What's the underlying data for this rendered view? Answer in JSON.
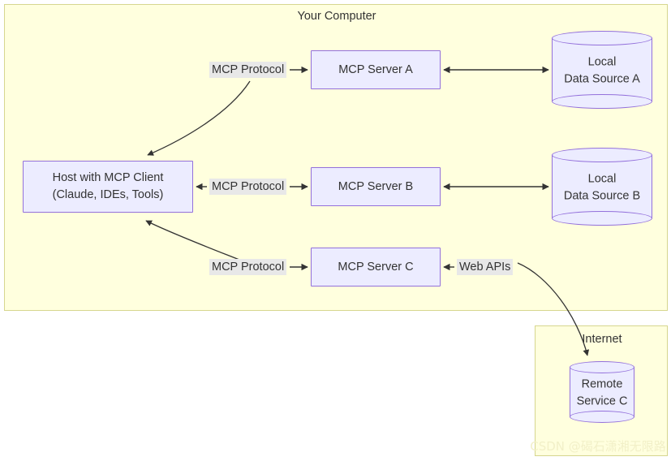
{
  "groups": {
    "your_computer": {
      "title": "Your Computer"
    },
    "internet": {
      "title": "Internet"
    }
  },
  "nodes": {
    "host": {
      "line1": "Host with MCP Client",
      "line2": "(Claude, IDEs, Tools)"
    },
    "server_a": {
      "label": "MCP Server A"
    },
    "server_b": {
      "label": "MCP Server B"
    },
    "server_c": {
      "label": "MCP Server C"
    },
    "data_source_a": {
      "line1": "Local",
      "line2": "Data Source A"
    },
    "data_source_b": {
      "line1": "Local",
      "line2": "Data Source B"
    },
    "remote_service_c": {
      "line1": "Remote",
      "line2": "Service C"
    }
  },
  "edge_labels": {
    "mcp_protocol_a": "MCP Protocol",
    "mcp_protocol_b": "MCP Protocol",
    "mcp_protocol_c": "MCP Protocol",
    "web_apis": "Web APIs"
  },
  "watermark": {
    "text": "CSDN @碣石潇湘无限路"
  },
  "colors": {
    "group_fill": "#ffffde",
    "group_border": "#d6d68f",
    "node_fill": "#ececff",
    "node_border": "#9370db",
    "edge_label_bg": "#e8e8e8",
    "text": "#333333",
    "arrow": "#333333"
  }
}
